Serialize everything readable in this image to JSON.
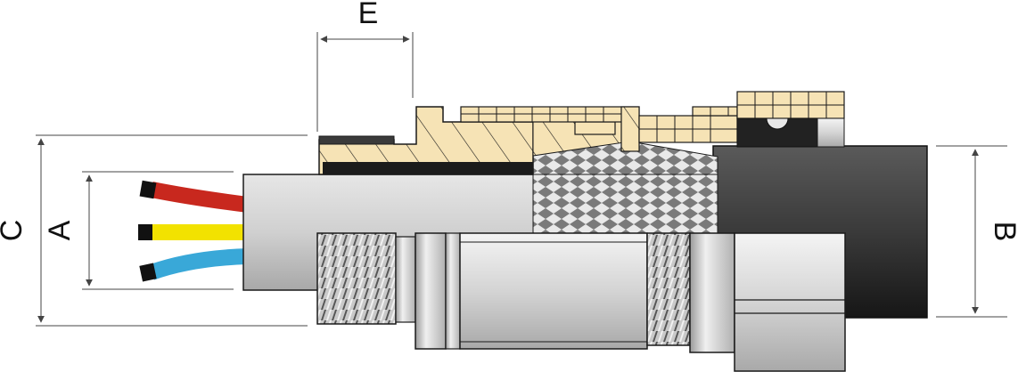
{
  "labels": {
    "a": "A",
    "b": "B",
    "c": "C",
    "e": "E"
  },
  "wires": [
    {
      "name": "red-wire",
      "color": "#c8281e"
    },
    {
      "name": "yellow-wire",
      "color": "#f2e200"
    },
    {
      "name": "blue-wire",
      "color": "#39a8d8"
    }
  ],
  "colors": {
    "brass": "#f6e3b5",
    "outline": "#1a1a1a",
    "metal_light": "#e8e8e8",
    "metal_mid": "#b9b9b9",
    "braid": "#8c8c8c",
    "cable_jacket": "#3d3d3d",
    "dim_line": "#444444"
  }
}
